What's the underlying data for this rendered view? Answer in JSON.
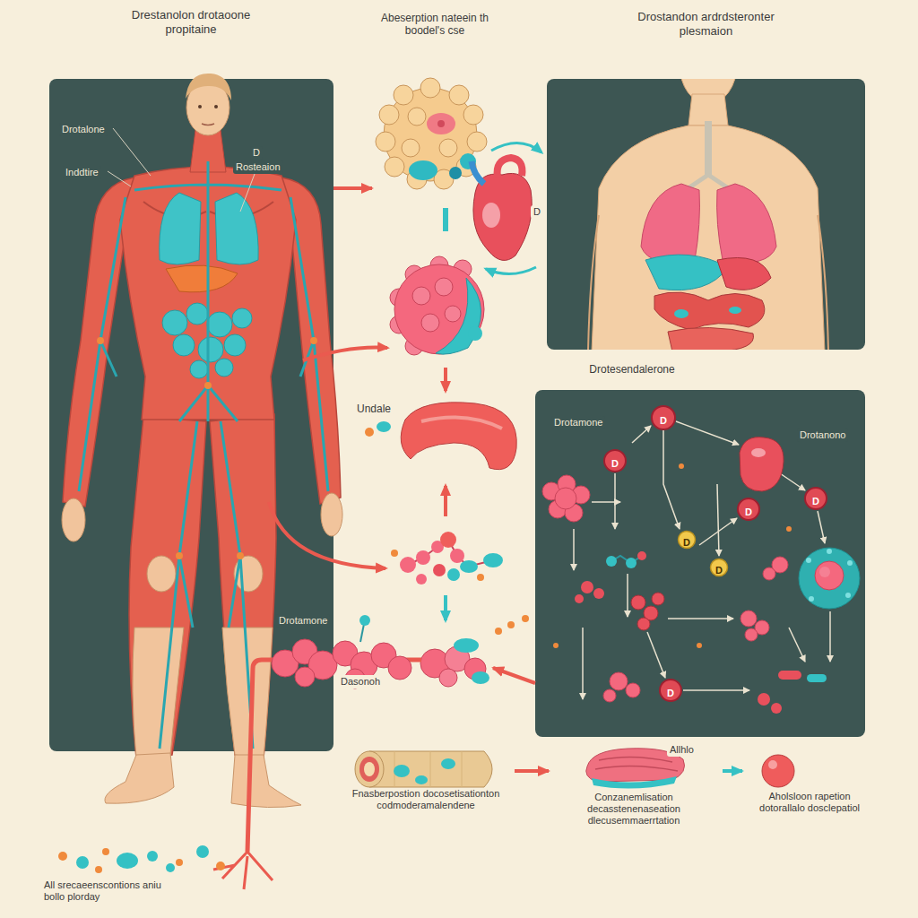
{
  "diagram": {
    "nodes": [
      {
        "text": [
          "Drestanolon drotaoone propitaine"
        ]
      },
      {
        "text": [
          "Abeserption nateein th boodel's cse"
        ]
      },
      {
        "text": [
          "Drostandon ardrdsteronter plesmaion",
          "Drotesendalerone"
        ]
      },
      {
        "text": [
          "Undale"
        ]
      },
      {
        "text": [
          "Drotamone",
          "Drotanono"
        ]
      },
      {
        "text": [
          "Dasonoh"
        ]
      },
      {
        "text": [
          "Fnasberpostion docosetisationton codmoderamalendene"
        ]
      },
      {
        "text": [
          "Conzanemlisation decasstenenaseation dlecusemmaerrtation"
        ]
      },
      {
        "text": [
          "Aholsloon rapetion dotorallalo dosclepatiol"
        ]
      }
    ],
    "edges": [
      {
        "from": 0,
        "to": 1,
        "arrow": "to"
      },
      {
        "from": 4,
        "to": 5,
        "arrow": "to"
      },
      {
        "from": 6,
        "to": 7,
        "arrow": "to"
      },
      {
        "from": 7,
        "to": 8,
        "arrow": "to"
      }
    ],
    "labels": [
      "Drotalone",
      "D",
      "Rosteaion",
      "Inddtire",
      "D",
      "Drotamone",
      "D",
      "D",
      "D",
      "D",
      "D",
      "D",
      "D",
      "Allhlo",
      "All srecaeenscontions aniu bollo plorday"
    ]
  }
}
